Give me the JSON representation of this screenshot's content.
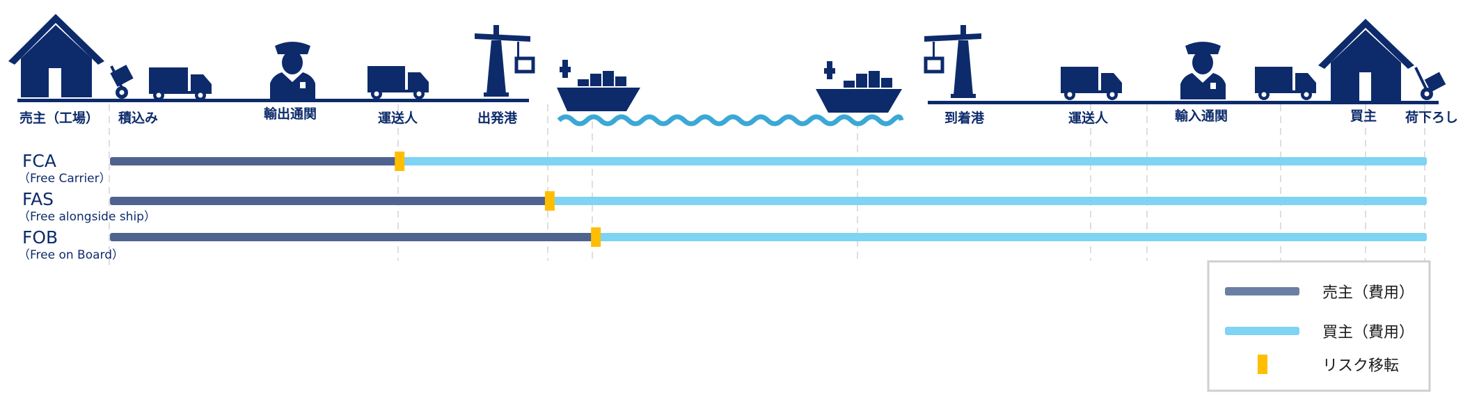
{
  "stages": {
    "seller": "売主（工場）",
    "loading": "積込み",
    "export_customs": "輸出通関",
    "carrier_export": "運送人",
    "departure_port": "出発港",
    "arrival_port": "到着港",
    "carrier_import": "運送人",
    "import_customs": "輸入通関",
    "buyer": "買主",
    "unloading": "荷下ろし"
  },
  "terms": [
    {
      "code": "FCA",
      "full": "（Free Carrier）",
      "transfer_fraction": 0.22
    },
    {
      "code": "FAS",
      "full": "（Free alongside ship）",
      "transfer_fraction": 0.334
    },
    {
      "code": "FOB",
      "full": "（Free on Board）",
      "transfer_fraction": 0.369
    }
  ],
  "legend": {
    "seller_cost": "売主（費用）",
    "buyer_cost": "買主（費用）",
    "risk_transfer": "リスク移転"
  },
  "colors": {
    "navy": "#0d2b6b",
    "seller_bar": "#4f6391",
    "buyer_bar": "#7fd3f3",
    "risk_marker": "#ffbe00",
    "wave": "#3ba8d6",
    "guide": "#d4d4d4",
    "legend_seller": "#6a7fa3",
    "legend_border": "#cfcfcf"
  }
}
